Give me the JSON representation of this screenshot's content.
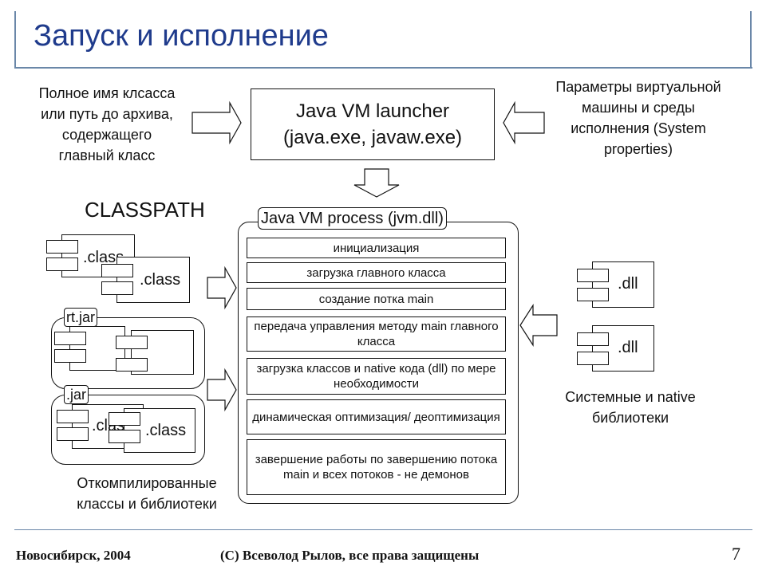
{
  "title": "Запуск и исполнение",
  "launcher": {
    "line1": "Java VM launcher",
    "line2": "(java.exe, javaw.exe)"
  },
  "left_input": [
    "Полное имя клсасса",
    "или путь до архива,",
    "содержащего",
    "главный класс"
  ],
  "right_input": [
    "Параметры виртуальной",
    "машины и среды",
    "исполнения (System",
    "properties)"
  ],
  "classpath_label": "CLASSPATH",
  "process_label": "Java VM process (jvm.dll)",
  "steps": [
    "инициализация",
    "загрузка главного класса",
    "создание потка main",
    "передача управления методу main главного класса",
    "загрузка классов и native кода (dll) по мере необходимости",
    "динамическая оптимизация/ деоптимизация",
    "завершение работы по завершению потока main и всех потоков - не демонов"
  ],
  "components": {
    "class1": ".class",
    "class2": ".class",
    "rtjar": "rt.jar",
    "jar": ".jar",
    "jar_class1": ".class",
    "jar_class2": ".class",
    "dll1": ".dll",
    "dll2": ".dll"
  },
  "compiled_label": [
    "Откомпилированные",
    "классы и библиотеки"
  ],
  "native_label": [
    "Системные и native",
    "библиотеки"
  ],
  "footer": {
    "left": "Новосибирск, 2004",
    "center": "(C) Всеволод Рылов, все права защищены",
    "page": "7"
  }
}
